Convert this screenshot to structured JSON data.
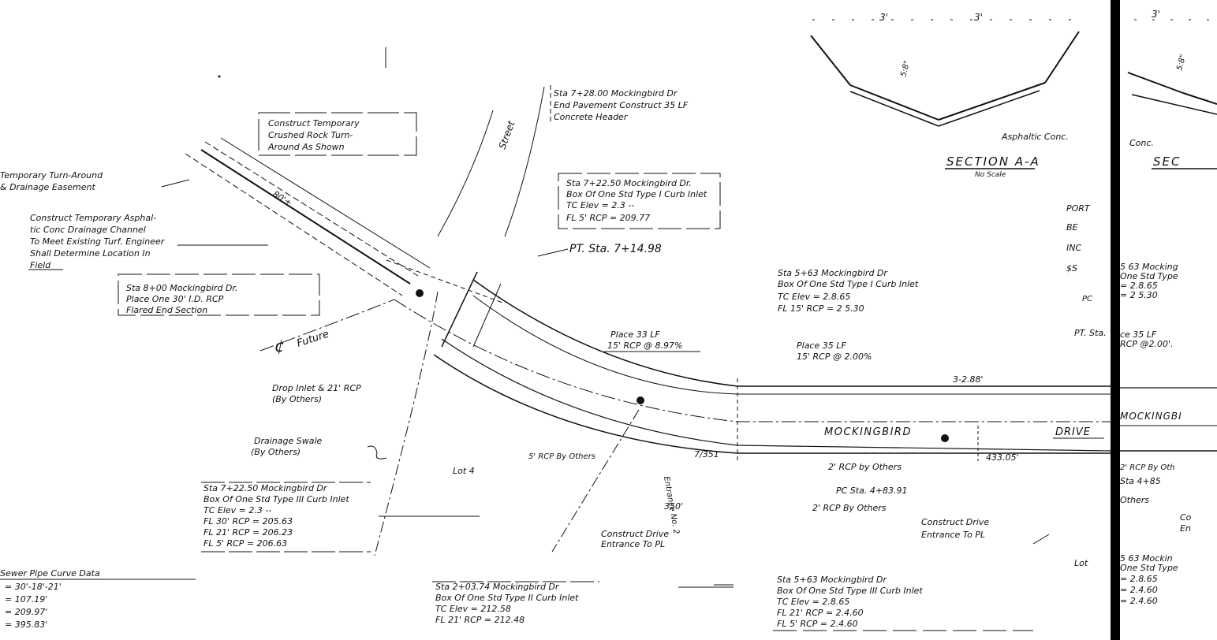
{
  "sheet": {
    "section_title": "SECTION A-A",
    "section_subtitle": "No Scale",
    "section_dims": [
      "3'",
      "3'"
    ],
    "section_slope_label": "5:8\"",
    "section_material_label": "Asphaltic Conc.",
    "right_panel_section_title": "SEC",
    "right_panel_conc_label": "Conc.",
    "right_panel_dim": "3'",
    "right_panel_slope_label": "5:8\""
  },
  "streets": {
    "street_label": "Street",
    "future_label": "Future",
    "centerline_symbol": "¢",
    "mockingbird_label": "MOCKINGBIRD",
    "drive_label": "DRIVE",
    "right_panel_street_label": "MOCKINGBI"
  },
  "stations": {
    "pt_station": "PT. Sta. 7+14.98",
    "pt_station_right": "PT. Sta.",
    "dim_238": "3-2.88'",
    "dim_43305": "433.05'",
    "dim_80": "80'±",
    "dim_350": "350'",
    "dim_351": "7/351",
    "lot_4": "Lot 4",
    "lot_right": "Lot",
    "entrance_label": "Entrance No. 2",
    "pc_station": "PC Sta. 4+83.91",
    "rcp_by_others_1": "2' RCP by Others",
    "rcp_by_others_2": "5' RCP By Others",
    "rcp_by_others_3": "2' RCP By Others",
    "construct_drive_1": [
      "Construct Drive",
      "Entrance To PL"
    ],
    "construct_drive_2": [
      "Construct Drive",
      "Entrance To PL"
    ],
    "drain_swale": [
      "Drainage Swale",
      "(By Others)"
    ],
    "drop_inlet": [
      "Drop Inlet & 21' RCP",
      "(By Others)"
    ],
    "place_33": [
      "Place 33 LF",
      "15' RCP @ 8.97%"
    ],
    "place_35": [
      "Place 35 LF",
      "15' RCP @ 2.00%"
    ]
  },
  "notes": {
    "turnaround_easement": [
      "Temporary Turn-Around",
      "& Drainage Easement"
    ],
    "construct_turnaround": [
      "Construct Temporary",
      "Crushed Rock Turn-",
      "Around As Shown"
    ],
    "construct_channel": [
      "Construct Temporary Asphal-",
      "tic Conc Drainage Channel",
      "To Meet Existing Turf. Engineer",
      "Shall Determine Location In",
      "Field"
    ],
    "sta_800": [
      "Sta 8+00 Mockingbird Dr.",
      "Place One 30' I.D. RCP",
      "Flared End Section"
    ],
    "sta_728": [
      "Sta 7+28.00 Mockingbird Dr",
      "End Pavement Construct 35 LF",
      "Concrete Header"
    ],
    "sta_722_top": [
      "Sta 7+22.50 Mockingbird Dr.",
      "Box Of One Std Type I Curb Inlet",
      "TC Elev = 2.3 --",
      "FL 5' RCP = 209.77"
    ],
    "sta_563_top": [
      "Sta 5+63 Mockingbird Dr",
      "Box Of One Std Type I Curb Inlet",
      "TC Elev = 2.8.65",
      "FL 15' RCP = 2 5.30"
    ],
    "sta_722_bottom": [
      "Sta 7+22.50 Mockingbird Dr",
      "Box Of One Std Type III Curb Inlet",
      "TC Elev = 2.3 --",
      "FL 30' RCP = 205.63",
      "FL 21' RCP = 206.23",
      "FL 5' RCP = 206.63"
    ],
    "sta_203": [
      "Sta 2+03.74 Mockingbird Dr",
      "Box Of One Std Type II Curb Inlet",
      "TC Elev = 212.58",
      "FL 21' RCP = 212.48"
    ],
    "sta_563_bottom": [
      "Sta 5+63 Mockingbird Dr",
      "Box Of One Std Type III Curb Inlet",
      "TC Elev = 2.8.65",
      "FL 21' RCP = 2.4.60",
      "FL 5' RCP = 2.4.60"
    ],
    "sewer_curve_title": "Sewer Pipe Curve Data",
    "sewer_curve": [
      "= 30'-18'-21'",
      "= 107.19'",
      "= 209.97'",
      "= 395.83'"
    ],
    "portion_label": [
      "PORT",
      "BE",
      "INC",
      "$S"
    ],
    "right_sta_563_top": [
      "5 63 Mocking",
      "One Std Type",
      "= 2.8.65",
      "= 2 5.30"
    ],
    "right_place": [
      "ce 35 LF",
      "RCP @2.00'."
    ],
    "right_rcp": "2' RCP By Oth",
    "right_sta_485": [
      "Sta 4+85",
      "Others"
    ],
    "right_co": [
      "Co",
      "En"
    ],
    "right_sta_563_bottom": [
      "5 63 Mockin",
      "One Std Type",
      "= 2.8.65",
      "= 2.4.60",
      "= 2.4.60"
    ]
  },
  "colors": {
    "ink": "#111111",
    "paper": "#ffffff"
  }
}
